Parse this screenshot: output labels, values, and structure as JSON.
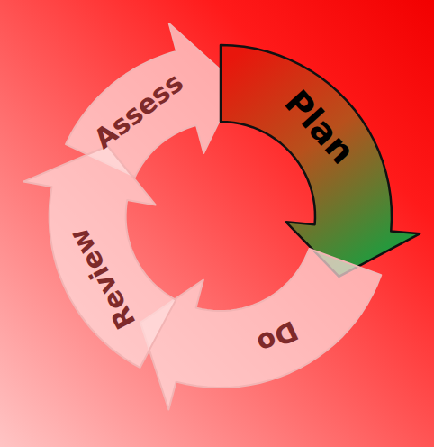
{
  "diagram": {
    "nodes": [
      {
        "text": [
          "Assess"
        ]
      },
      {
        "text": [
          "Plan"
        ]
      },
      {
        "text": [
          "Do"
        ]
      },
      {
        "text": [
          "Review"
        ]
      }
    ]
  }
}
